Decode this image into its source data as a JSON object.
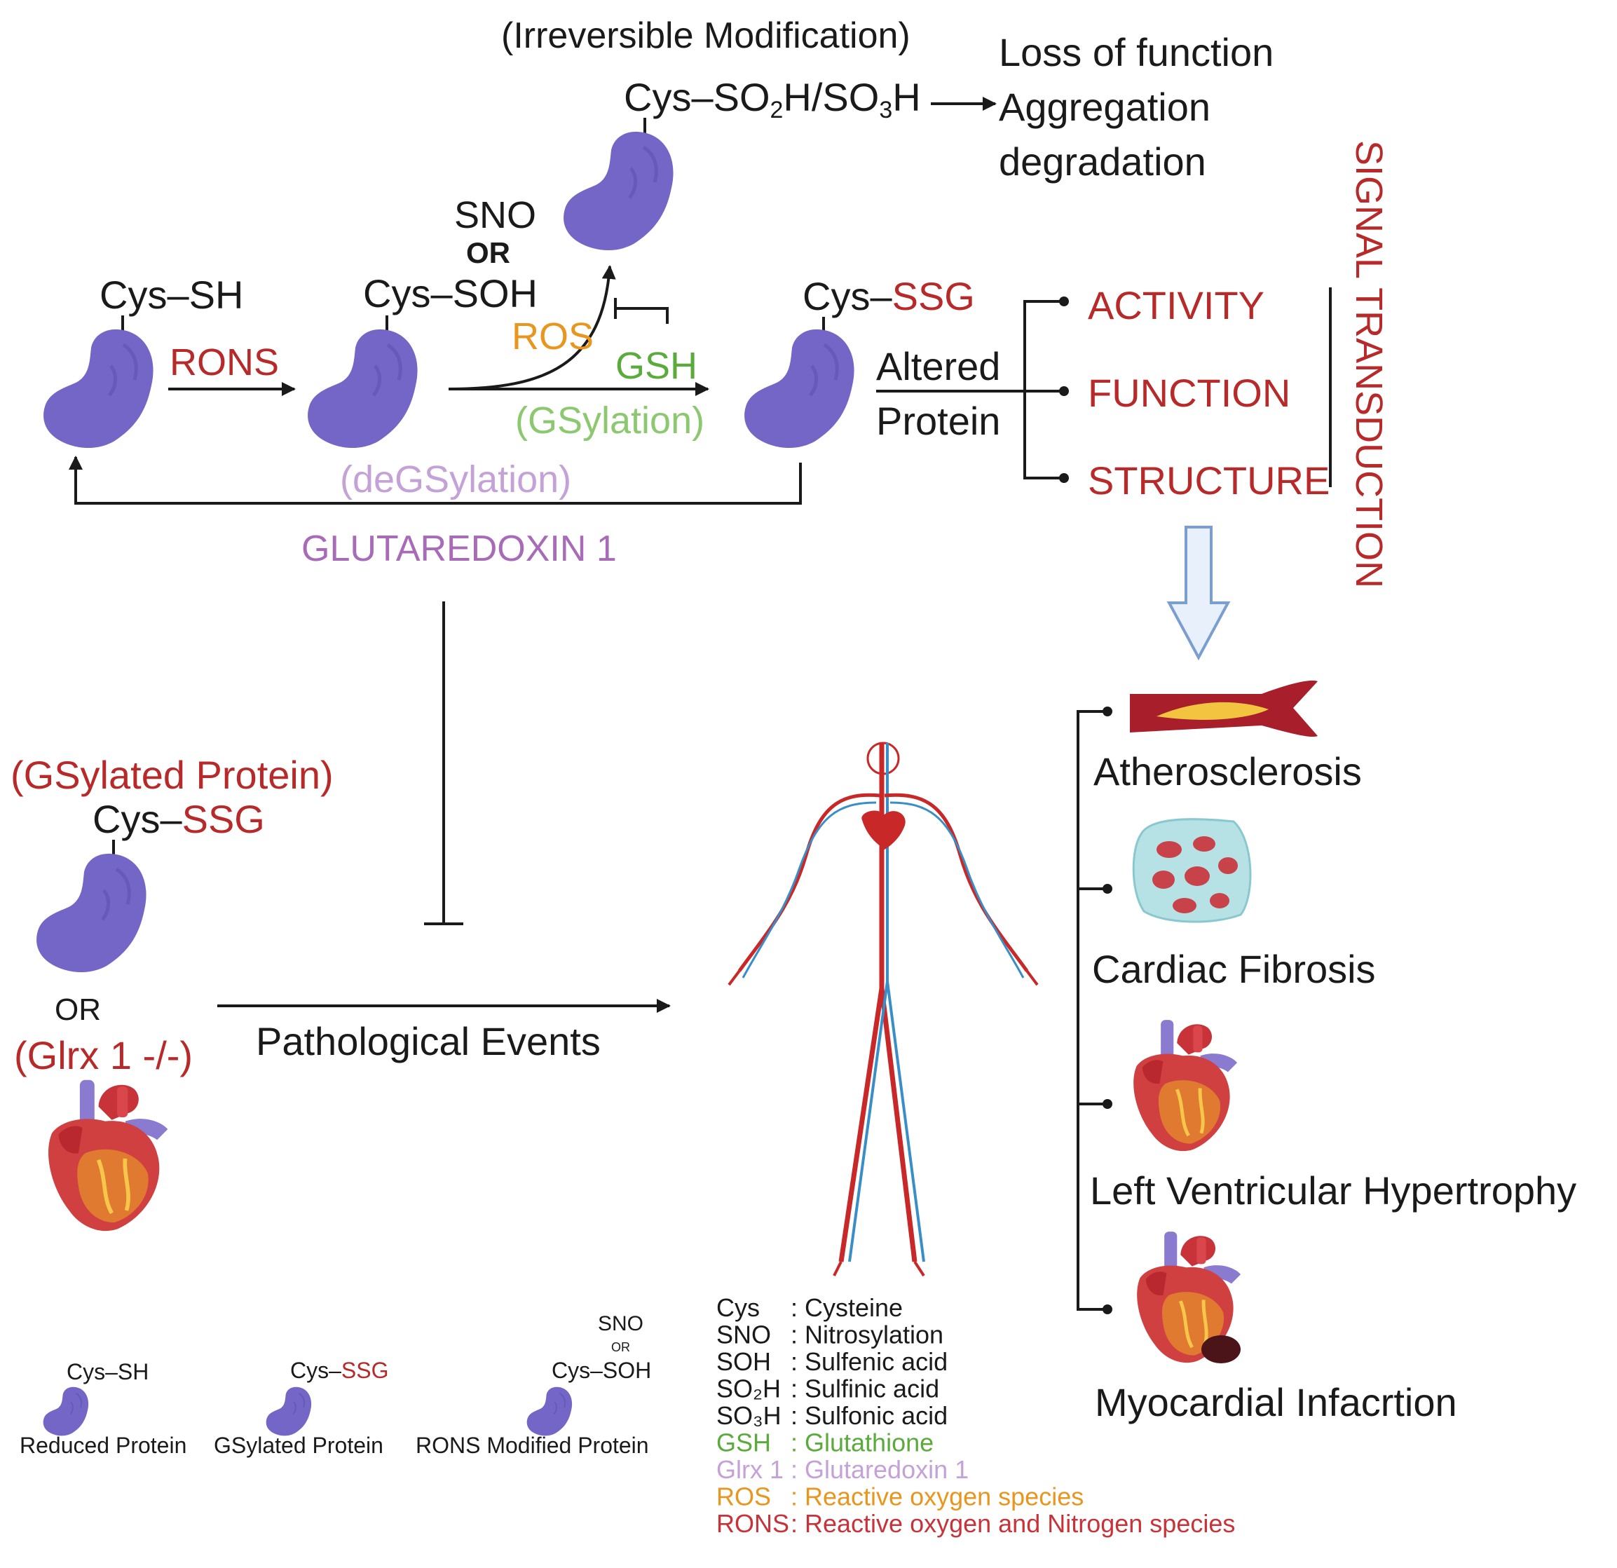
{
  "top": {
    "irreversible": "(Irreversible Modification)",
    "oxidized_pre": "Cys–SO",
    "oxidized_sub1": "2",
    "oxidized_mid": "H/SO",
    "oxidized_sub2": "3",
    "oxidized_post": "H",
    "outcome_1": "Loss of function",
    "outcome_2": "Aggregation",
    "outcome_3": "degradation"
  },
  "cycle": {
    "reduced": "Cys–SH",
    "rons": "RONS",
    "sno": "SNO",
    "or": "OR",
    "soh": "Cys–SOH",
    "ros": "ROS",
    "gsh": "GSH",
    "gsylation": "(GSylation)",
    "ssg_prefix": "Cys–",
    "ssg_suffix": "SSG",
    "degsylation": "(deGSylation)",
    "glutaredoxin": "GLUTAREDOXIN 1",
    "altered_1": "Altered",
    "altered_2": "Protein"
  },
  "effects": {
    "activity": "ACTIVITY",
    "function": "FUNCTION",
    "structure": "STRUCTURE",
    "signal": "SIGNAL TRANSDUCTION"
  },
  "left": {
    "gsylated": "(GSylated Protein)",
    "ssg_prefix": "Cys–",
    "ssg_suffix": "SSG",
    "or": "OR",
    "glrx": "(Glrx 1 -/-)",
    "pathological": "Pathological Events"
  },
  "diseases": [
    "Atherosclerosis",
    "Cardiac Fibrosis",
    "Left Ventricular Hypertrophy",
    "Myocardial Infacrtion"
  ],
  "key": {
    "reduced_label": "Reduced Protein",
    "reduced_tag": "Cys–SH",
    "gsylated_label": "GSylated Protein",
    "gsylated_tag_a": "Cys–",
    "gsylated_tag_b": "SSG",
    "rons_label": "RONS Modified Protein",
    "rons_tag": "Cys–SOH",
    "rons_sno": "SNO",
    "rons_or": "OR"
  },
  "legend": [
    {
      "abbr": "Cys",
      "def": ": Cysteine",
      "color": "#1a1a1a"
    },
    {
      "abbr": "SNO",
      "def": ": Nitrosylation",
      "color": "#1a1a1a"
    },
    {
      "abbr": "SOH",
      "def": ": Sulfenic acid",
      "color": "#1a1a1a"
    },
    {
      "abbr": "SO₂H",
      "def": ": Sulfinic acid",
      "color": "#1a1a1a"
    },
    {
      "abbr": "SO₃H",
      "def": ": Sulfonic acid",
      "color": "#1a1a1a"
    },
    {
      "abbr": "GSH",
      "def": ": Glutathione",
      "color": "#5aab3c"
    },
    {
      "abbr": "Glrx 1",
      "def": ": Glutaredoxin 1",
      "color": "#c4a2d8"
    },
    {
      "abbr": "ROS",
      "def": ": Reactive oxygen species",
      "color": "#e8961e"
    },
    {
      "abbr": "RONS",
      "def": ": Reactive oxygen and Nitrogen species",
      "color": "#c8333a"
    }
  ],
  "colors": {
    "protein": "#7466c6",
    "red_text": "#b82a2a",
    "artery": "#c82828",
    "vein": "#3a8ec8"
  }
}
